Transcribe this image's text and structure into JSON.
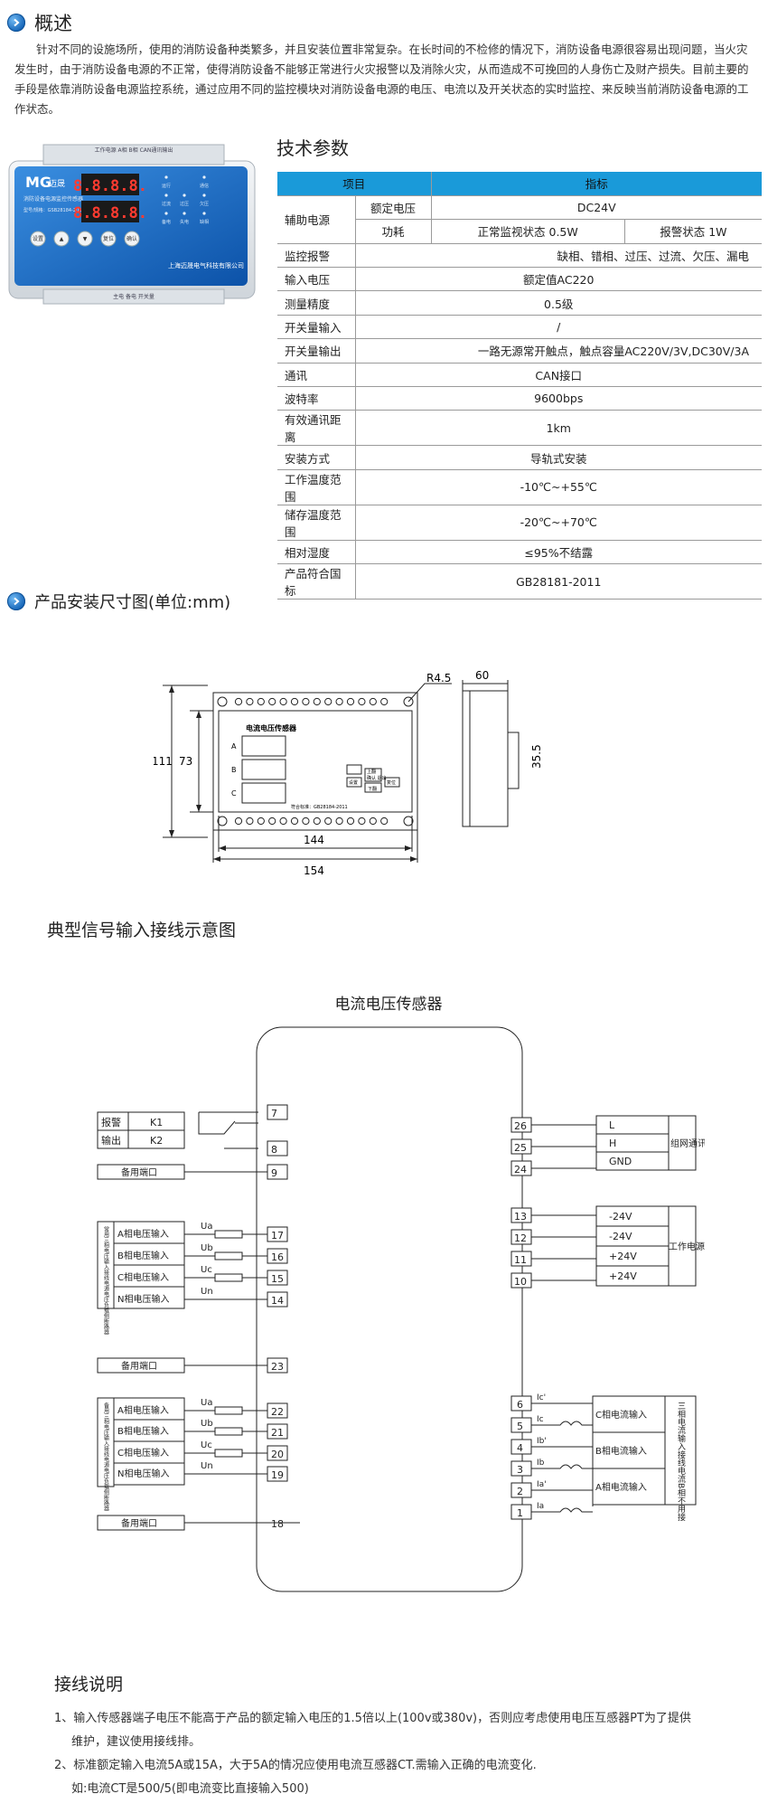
{
  "overview": {
    "title": "概述",
    "paragraph": "针对不同的设施场所，使用的消防设备种类繁多，并且安装位置非常复杂。在长时间的不检修的情况下，消防设备电源很容易出现问题，当火灾发生时，由于消防设备电源的不正常，使得消防设备不能够正常进行火灾报警以及消除火灾，从而造成不可挽回的人身伤亡及财产损失。目前主要的手段是依靠消防设备电源监控系统，通过应用不同的监控模块对消防设备电源的电压、电流以及开关状态的实时监控、来反映当前消防设备电源的工作状态。"
  },
  "device_photo": {
    "logo": "迈晟",
    "model_line": "消防设备电源监控传感器",
    "model_code": "型号/规格：GSB28184-2011",
    "digits_top": "8.8.8.8.",
    "digits_bottom": "8.8.8.8.",
    "status_labels": [
      "运行",
      "通信",
      "过流",
      "过压",
      "欠压",
      "备电",
      "失电",
      "缺相"
    ],
    "keys": [
      "设置",
      "▲",
      "▼",
      "复位",
      "确认"
    ],
    "company": "上海迈晟电气科技有限公司",
    "top_labels": "工作电源 A相 B相 CAN通讯输出",
    "bottom_labels": "主电 备电 开关量"
  },
  "specs": {
    "title": "技术参数",
    "col_item": "项目",
    "col_spec": "指标",
    "aux_power": "辅助电源",
    "rated_voltage": "额定电压",
    "rated_voltage_value": "DC24V",
    "power_consumption": "功耗",
    "normal_power": "正常监视状态  0.5W",
    "alarm_power": "报警状态  1W",
    "rows": [
      {
        "label": "监控报警",
        "value": "缺相、错相、过压、过流、欠压、漏电"
      },
      {
        "label": "输入电压",
        "value": "额定值AC220"
      },
      {
        "label": "测量精度",
        "value": "0.5级"
      },
      {
        "label": "开关量输入",
        "value": "/"
      },
      {
        "label": "开关量输出",
        "value": "一路无源常开触点，触点容量AC220V/3V,DC30V/3A"
      },
      {
        "label": "通讯",
        "value": "CAN接口"
      },
      {
        "label": "波特率",
        "value": "9600bps"
      },
      {
        "label": "有效通讯距离",
        "value": "1km"
      },
      {
        "label": "安装方式",
        "value": "导轨式安装"
      },
      {
        "label": "工作温度范围",
        "value": "-10℃~+55℃"
      },
      {
        "label": "储存温度范围",
        "value": "-20℃~+70℃"
      },
      {
        "label": "相对湿度",
        "value": "≤95%不结露"
      },
      {
        "label": "产品符合国标",
        "value": "GB28181-2011"
      }
    ]
  },
  "dimensions": {
    "title": "产品安装尺寸图(单位:mm)",
    "radius": "R4.5",
    "depth": "60",
    "height_outer": "111",
    "height_inner": "73",
    "rail": "35.5",
    "width_inner": "144",
    "width_outer": "154",
    "panel_title": "电流电压传感器",
    "row_a": "A",
    "row_b": "B",
    "row_c": "C",
    "btn_up": "上翻",
    "btn_set": "设置",
    "btn_confirm": "确认\n退出",
    "btn_reset": "复位",
    "btn_down": "下翻",
    "std": "符合标准：GB28184-2011"
  },
  "wiring": {
    "title": "典型信号输入接线示意图",
    "device_title": "电流电压传感器",
    "alarm": "报警",
    "output": "输出",
    "k1": "K1",
    "k2": "K2",
    "spare": "备用端口",
    "pin7": "7",
    "pin8": "8",
    "pin9": "9",
    "group1_side": "常用三相电压输入接线电源电压负载侧断路器",
    "group2_side": "备用三相电压输入接线电源电压负载侧断路器",
    "ua": "Ua",
    "ub": "Ub",
    "uc": "Uc",
    "un": "Un",
    "a_in": "A相电压输入",
    "b_in": "B相电压输入",
    "c_in": "C相电压输入",
    "n_in": "N相电压输入",
    "g1_pins": [
      "17",
      "16",
      "15",
      "14"
    ],
    "pin23": "23",
    "g2_pins": [
      "22",
      "21",
      "20",
      "19"
    ],
    "pin18": "18",
    "net_pins": [
      "26",
      "25",
      "24"
    ],
    "net_labels": [
      "L",
      "H",
      "GND"
    ],
    "net_title": "组网通讯",
    "pwr_pins": [
      "13",
      "12",
      "11",
      "10"
    ],
    "pwr_labels": [
      "-24V",
      "-24V",
      "+24V",
      "+24V"
    ],
    "pwr_title": "工作电源",
    "ct_pins": [
      "6",
      "5",
      "4",
      "3",
      "2",
      "1"
    ],
    "ic1": "Ic'",
    "ic": "Ic",
    "ib1": "Ib'",
    "ib": "Ib",
    "ia1": "Ia'",
    "ia": "Ia",
    "c_cur": "C相电流输入",
    "b_cur": "B相电流输入",
    "a_cur": "A相电流输入",
    "ct_title": "三相电流输入接线电流B相不用接"
  },
  "notes": {
    "title": "接线说明",
    "n1a": "1、输入传感器端子电压不能高于产品的额定输入电压的1.5倍以上(100v或380v)，否则应考虑使用电压互感器PT为了提供",
    "n1b": "维护，建议使用接线排。",
    "n2a": "2、标准额定输入电流5A或15A，大于5A的情况应使用电流互感器CT.需输入正确的电流变化.",
    "n2b": "如:电流CT是500/5(即电流变比直接输入500)"
  }
}
